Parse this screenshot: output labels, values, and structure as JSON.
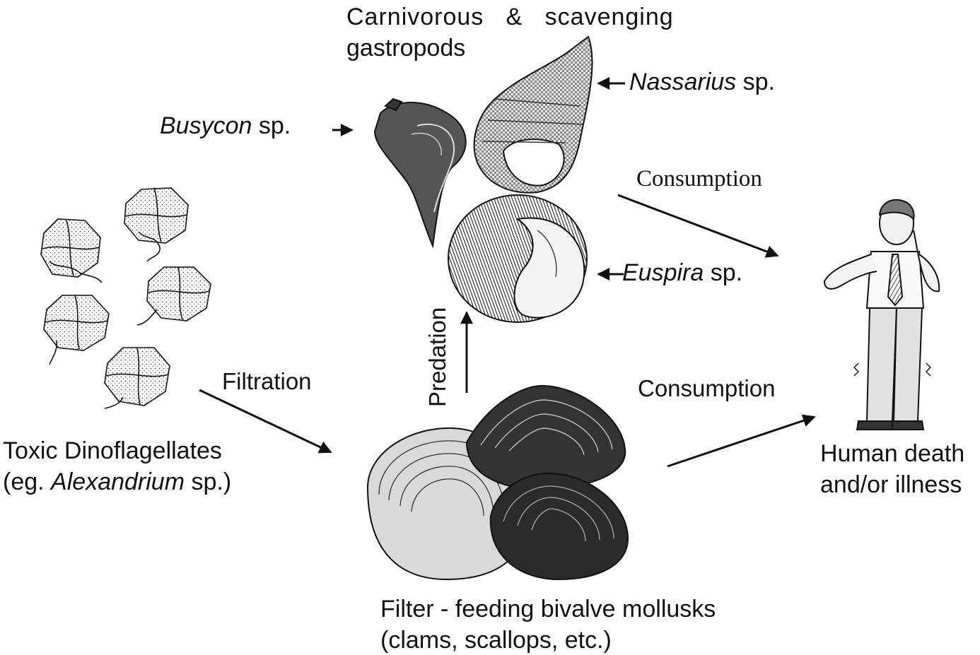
{
  "gastropods": {
    "title_line1": "Carnivorous   &   scavenging",
    "title_line2": "gastropods",
    "busycon": {
      "genus": "Busycon",
      "suffix": " sp."
    },
    "nassarius": {
      "genus": "Nassarius",
      "suffix": " sp."
    },
    "euspira": {
      "genus": "Euspira",
      "suffix": " sp."
    }
  },
  "edges": {
    "consumption_top": "Consumption",
    "consumption_bottom": "Consumption",
    "filtration": "Filtration",
    "predation": "Predation"
  },
  "dinoflagellates": {
    "line1": "Toxic Dinoflagellates",
    "line2_prefix": "(eg. ",
    "genus": "Alexandrium",
    "line2_suffix": " sp.)"
  },
  "bivalves": {
    "line1": "Filter - feeding bivalve mollusks",
    "line2": "(clams, scallops, etc.)"
  },
  "human": {
    "line1": "Human death",
    "line2": "and/or illness"
  },
  "icons": [
    "dinoflagellate-icon",
    "busycon-shell-icon",
    "nassarius-shell-icon",
    "euspira-shell-icon",
    "bivalve-shells-icon",
    "human-figure-icon"
  ]
}
